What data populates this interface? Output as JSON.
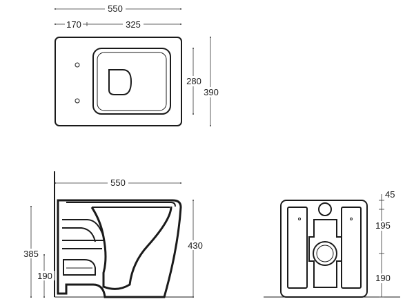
{
  "top_view": {
    "overall_width": "550",
    "left_offset": "170",
    "bowl_width": "325",
    "bowl_depth": "280",
    "overall_depth": "390"
  },
  "side_view": {
    "overall_width": "550",
    "height_left": "385",
    "inlet_height": "190",
    "height_right": "430"
  },
  "back_view": {
    "top_gap": "45",
    "upper_section": "195",
    "lower_section": "190"
  }
}
